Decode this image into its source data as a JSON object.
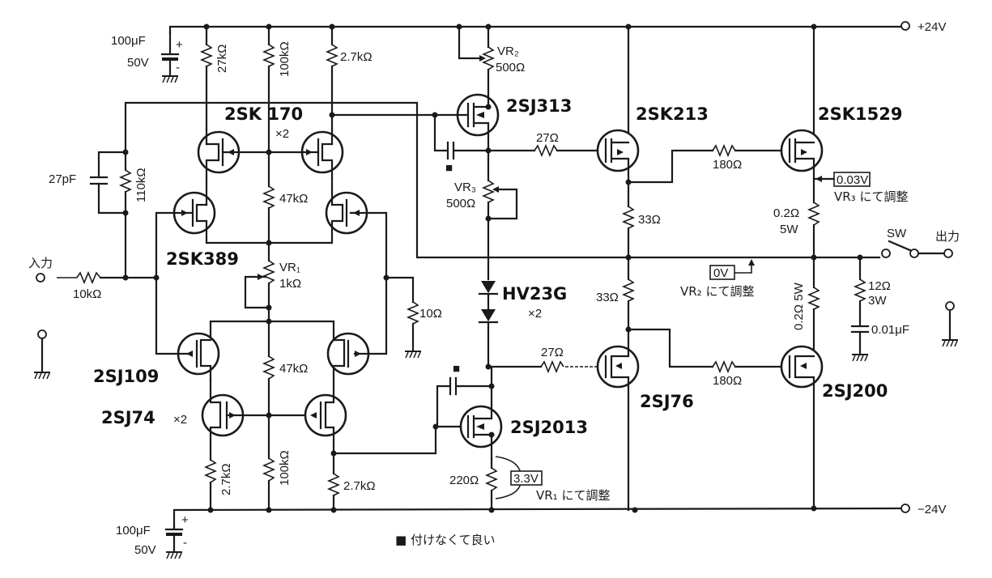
{
  "rails": {
    "positive": "+24V",
    "negative": "−24V"
  },
  "io": {
    "input_label": "入力",
    "output_label": "出力",
    "switch_label": "SW"
  },
  "devices": {
    "q_2sk170": "2SK 170",
    "q_2sk170_count": "×2",
    "q_2sk389": "2SK389",
    "q_2sj109": "2SJ109",
    "q_2sj74": "2SJ74",
    "q_2sj74_count": "×2",
    "q_2sj313": "2SJ313",
    "q_2sj2013": "2SJ2013",
    "q_2sk213": "2SK213",
    "q_2sj76": "2SJ76",
    "q_2sk1529": "2SK1529",
    "q_2sj200": "2SJ200",
    "d_hv23g": "HV23G",
    "d_hv23g_count": "×2"
  },
  "components": {
    "c_top_value": "100μF",
    "c_top_voltage": "50V",
    "c_bot_value": "100μF",
    "c_bot_voltage": "50V",
    "c_pos_sign": "+",
    "c_neg_sign": "-",
    "r_top1": "27kΩ",
    "r_top2": "100kΩ",
    "r_top3": "2.7kΩ",
    "c_fb": "27pF",
    "r_fb": "110kΩ",
    "r_in": "10kΩ",
    "r_mid_top": "47kΩ",
    "r_mid_bot": "47kΩ",
    "vr1_name": "VR₁",
    "vr1_value": "1kΩ",
    "r_10": "10Ω",
    "r_bot1": "2.7kΩ",
    "r_bot2": "100kΩ",
    "r_bot3": "2.7kΩ",
    "vr2_name": "VR₂",
    "vr2_value": "500Ω",
    "vr3_name": "VR₃",
    "vr3_value": "500Ω",
    "r_gate_top": "27Ω",
    "r_gate_bot": "27Ω",
    "r_33_top": "33Ω",
    "r_33_bot": "33Ω",
    "r_180_top": "180Ω",
    "r_180_bot": "180Ω",
    "r_220": "220Ω",
    "r_src_top_val": "0.2Ω",
    "r_src_top_w": "5W",
    "r_src_bot": "0.2Ω 5W",
    "r_zobel_val": "12Ω",
    "r_zobel_w": "3W",
    "c_zobel": "0.01μF",
    "optional_mark": "■"
  },
  "annotations": {
    "adj1_value": "0.03V",
    "adj1_text": "VR₃ にて調整",
    "adj2_value": "0V",
    "adj2_text": "VR₂ にて調整",
    "adj3_value": "3.3V",
    "adj3_text": "VR₁ にて調整",
    "footnote": "■ 付けなくて良い"
  }
}
